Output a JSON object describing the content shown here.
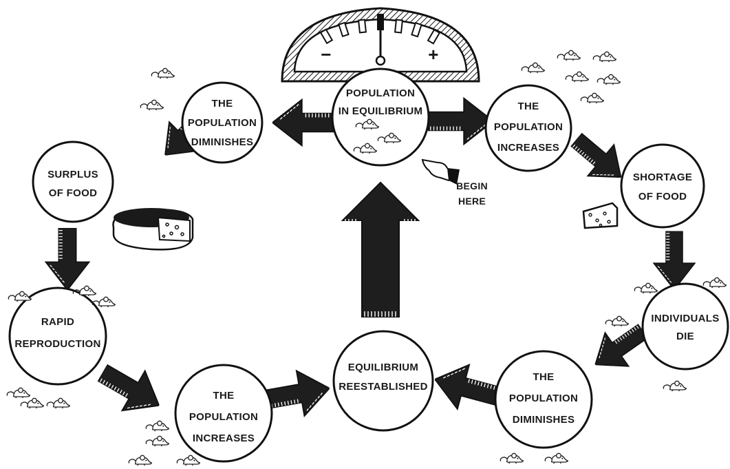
{
  "nodes": {
    "center_top": {
      "line1": "POPULATION",
      "line2": "IN EQUILIBRIUM"
    },
    "top_left": {
      "line1": "THE",
      "line2": "POPULATION",
      "line3": "DIMINISHES"
    },
    "top_right": {
      "line1": "THE",
      "line2": "POPULATION",
      "line3": "INCREASES"
    },
    "surplus": {
      "line1": "SURPLUS",
      "line2": "OF FOOD"
    },
    "shortage": {
      "line1": "SHORTAGE",
      "line2": "OF FOOD"
    },
    "rapid": {
      "line1": "RAPID",
      "line2": "REPRODUCTION"
    },
    "individuals": {
      "line1": "INDIVIDUALS",
      "line2": "DIE"
    },
    "bottom_left": {
      "line1": "THE",
      "line2": "POPULATION",
      "line3": "INCREASES"
    },
    "bottom_right": {
      "line1": "THE",
      "line2": "POPULATION",
      "line3": "DIMINISHES"
    },
    "equilibrium": {
      "line1": "EQUILIBRIUM",
      "line2": "REESTABLISHED"
    }
  },
  "gauge": {
    "minus": "−",
    "plus": "+"
  },
  "begin": {
    "line1": "BEGIN",
    "line2": "HERE"
  }
}
